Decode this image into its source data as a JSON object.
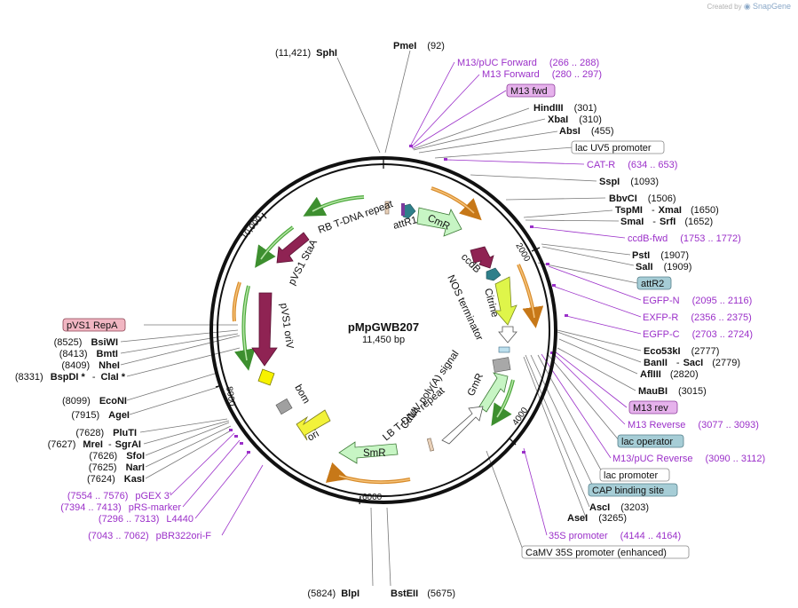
{
  "credit": {
    "prefix": "Created by",
    "brand": "SnapGene"
  },
  "plasmid": {
    "name": "pMpGWB207",
    "size": "11,450 bp"
  },
  "ticks": [
    "2000",
    "4000",
    "6000",
    "8000",
    "10,000"
  ],
  "map_labels": {
    "enzymes_right": [
      {
        "name": "PmeI",
        "pos": "(92)"
      },
      {
        "name": "HindIII",
        "pos": "(301)"
      },
      {
        "name": "XbaI",
        "pos": "(310)"
      },
      {
        "name": "AbsI",
        "pos": "(455)"
      },
      {
        "name": "SspI",
        "pos": "(1093)"
      },
      {
        "name": "BbvCI",
        "pos": "(1506)"
      },
      {
        "name": "TspMI",
        "extra_sep": "-",
        "extra_name": "XmaI",
        "pos": "(1650)"
      },
      {
        "name": "SmaI",
        "extra_sep": "-",
        "extra_name": "SrfI",
        "pos": "(1652)"
      },
      {
        "name": "PstI",
        "pos": "(1907)"
      },
      {
        "name": "SalI",
        "pos": "(1909)"
      },
      {
        "name": "Eco53kI",
        "pos": "(2777)"
      },
      {
        "name": "BanII",
        "extra_sep": "-",
        "extra_name": "SacI",
        "pos": "(2779)"
      },
      {
        "name": "AflIII",
        "pos": "(2820)"
      },
      {
        "name": "MauBI",
        "pos": "(3015)"
      },
      {
        "name": "AscI",
        "pos": "(3203)"
      },
      {
        "name": "AseI",
        "pos": "(3265)"
      }
    ],
    "enzymes_left": [
      {
        "pos": "(11,421)",
        "name": "SphI"
      },
      {
        "pos": "(8525)",
        "name": "BsiWI"
      },
      {
        "pos": "(8413)",
        "name": "BmtI"
      },
      {
        "pos": "(8409)",
        "name": "NheI"
      },
      {
        "pos": "(8331)",
        "name": "BspDI *",
        "extra_sep": "-",
        "extra_name": "ClaI *"
      },
      {
        "pos": "(8099)",
        "name": "EcoNI"
      },
      {
        "pos": "(7915)",
        "name": "AgeI"
      },
      {
        "pos": "(7628)",
        "name": "PluTI"
      },
      {
        "pos": "(7627)",
        "name": "MreI",
        "extra_sep": "-",
        "extra_name": "SgrAI"
      },
      {
        "pos": "(7626)",
        "name": "SfoI"
      },
      {
        "pos": "(7625)",
        "name": "NarI"
      },
      {
        "pos": "(7624)",
        "name": "KasI"
      }
    ],
    "enzymes_bottom": [
      {
        "pos": "(5824)",
        "name": "BlpI"
      },
      {
        "name": "BstEII",
        "pos": "(5675)"
      }
    ],
    "primers_right": [
      {
        "name": "M13/pUC Forward",
        "range": "(266 .. 288)"
      },
      {
        "name": "M13 Forward",
        "range": "(280 .. 297)"
      },
      {
        "name": "CAT-R",
        "range": "(634 .. 653)"
      },
      {
        "name": "ccdB-fwd",
        "range": "(1753 .. 1772)"
      },
      {
        "name": "EGFP-N",
        "range": "(2095 .. 2116)"
      },
      {
        "name": "EXFP-R",
        "range": "(2356 .. 2375)"
      },
      {
        "name": "EGFP-C",
        "range": "(2703 .. 2724)"
      },
      {
        "name": "M13 Reverse",
        "range": "(3077 .. 3093)"
      },
      {
        "name": "M13/pUC Reverse",
        "range": "(3090 .. 3112)"
      },
      {
        "name": "35S promoter",
        "range": "(4144 .. 4164)"
      }
    ],
    "primers_left": [
      {
        "range": "(7554 .. 7576)",
        "name": "pGEX 3'"
      },
      {
        "range": "(7394 .. 7413)",
        "name": "pRS-marker"
      },
      {
        "range": "(7296 .. 7313)",
        "name": "L4440"
      },
      {
        "range": "(7043 .. 7062)",
        "name": "pBR322ori-F"
      }
    ],
    "boxed": {
      "m13_fwd": "M13 fwd",
      "lac_uv5": "lac UV5 promoter",
      "attr2": "attR2",
      "m13_rev": "M13 rev",
      "lac_operator": "lac operator",
      "lac_promoter": "lac promoter",
      "cap_site": "CAP binding site",
      "camv35s": "CaMV 35S promoter (enhanced)",
      "pvs1_repa": "pVS1 RepA"
    }
  },
  "arc_labels": {
    "rb_tdna": "RB T-DNA repeat",
    "attr1": "attR1",
    "cmr": "CmR",
    "ccdb": "ccdB",
    "citrine": "Citrine",
    "nos_term": "NOS terminator",
    "pvs1_staa": "pVS1 StaA",
    "pvs1_oriv": "pVS1 oriV",
    "bom": "bom",
    "ori": "ori",
    "smr": "SmR",
    "lb_tdna": "LB T-DNA repeat",
    "camv_polya": "CaMV poly(A) signal",
    "gmr": "GmR"
  },
  "colors": {
    "primer": "#9b30c9",
    "cds_green": "#c7f5c4",
    "pvs1": "#8f2353",
    "citrine": "#dff54a",
    "ori": "#f2f23a",
    "orange_feature": "#d88a28",
    "green_feature": "#4aa83a"
  }
}
